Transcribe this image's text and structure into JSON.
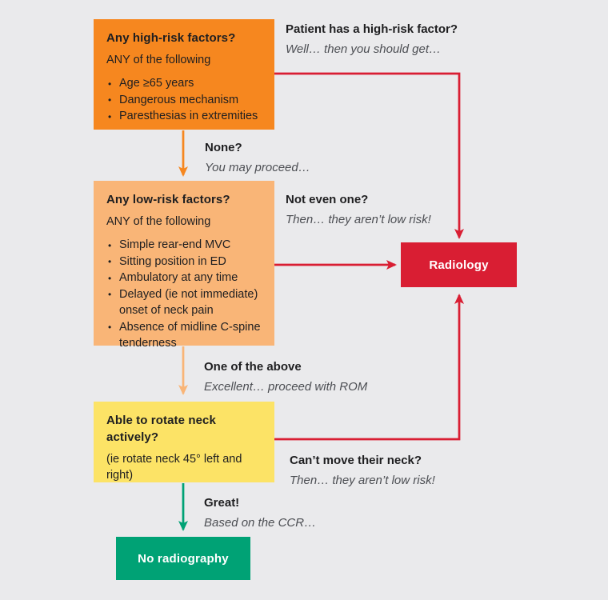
{
  "colors": {
    "background": "#eaeaec",
    "orange": "#f6871f",
    "light_orange": "#f9b577",
    "yellow": "#fce366",
    "red": "#d91e33",
    "green": "#00a275",
    "dark_text": "#1e1e20",
    "muted_text": "#4c4e53",
    "white": "#ffffff"
  },
  "boxes": {
    "high_risk": {
      "title": "Any high-risk factors?",
      "subtitle": "ANY of the following",
      "bullets": [
        "Age ≥65 years",
        "Dangerous mechanism",
        "Paresthesias in extremities"
      ]
    },
    "low_risk": {
      "title": "Any low-risk factors?",
      "subtitle": "ANY of the following",
      "bullets": [
        "Simple rear-end MVC",
        "Sitting position in ED",
        "Ambulatory at any time",
        "Delayed (ie not immediate) onset of neck pain",
        "Absence of midline C-spine tenderness"
      ]
    },
    "rotate": {
      "title": "Able to rotate neck actively?",
      "subtitle": "(ie rotate neck 45° left and right)"
    },
    "radiology": {
      "label": "Radiology"
    },
    "no_radiography": {
      "label": "No radiography"
    }
  },
  "annotations": {
    "high_risk_yes": {
      "heading": "Patient has a high-risk factor?",
      "note": "Well… then you should get…"
    },
    "high_risk_none": {
      "heading": "None?",
      "note": "You may proceed…"
    },
    "low_risk_none": {
      "heading": "Not even one?",
      "note": "Then… they aren’t low risk!"
    },
    "low_risk_one": {
      "heading": "One of the above",
      "note": "Excellent… proceed with ROM"
    },
    "cant_move": {
      "heading": "Can’t move their neck?",
      "note": "Then… they aren’t low risk!"
    },
    "great": {
      "heading": "Great!",
      "note": "Based on the CCR…"
    }
  }
}
